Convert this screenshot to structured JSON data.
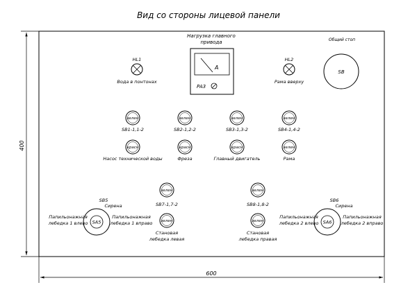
{
  "title": "Вид со стороны лицевой панели",
  "dimensions": {
    "width_label": "600",
    "height_label": "400"
  },
  "ammeter": {
    "caption_line1": "Нагрузка главного",
    "caption_line2": "привода",
    "unit": "A",
    "id": "PA3"
  },
  "general_stop": {
    "caption": "Общий стоп",
    "id": "SB"
  },
  "lamps": [
    {
      "id": "HL1",
      "caption": "Вода в понтонах"
    },
    {
      "id": "HL2",
      "caption": "Рама вверху"
    }
  ],
  "button_row_green": [
    {
      "color_label": "зелен",
      "id": "SB1-1,1-2"
    },
    {
      "color_label": "зелен",
      "id": "SB2-1,2-2"
    },
    {
      "color_label": "зелен",
      "id": "SB3-1,3-2"
    },
    {
      "color_label": "зелен",
      "id": "SB4-1,4-2"
    }
  ],
  "button_row_red": [
    {
      "color_label": "красн",
      "caption": "Насос технической воды"
    },
    {
      "color_label": "красн",
      "caption": "Фреза"
    },
    {
      "color_label": "красн",
      "caption": "Главный двигатель"
    },
    {
      "color_label": "зелен",
      "caption": "Рама"
    }
  ],
  "winch_buttons": [
    {
      "top_label": "зелен",
      "id": "SB7-1,7-2",
      "bottom_label": "зелен",
      "caption_line1": "Становая",
      "caption_line2": "лебедка левая"
    },
    {
      "top_label": "зелен",
      "id": "SB8-1,8-2",
      "bottom_label": "зелен",
      "caption_line1": "Становая",
      "caption_line2": "лебедка правая"
    }
  ],
  "selectors": [
    {
      "switch_id": "SA5",
      "button_id": "SB5",
      "button_caption": "Сирена",
      "left_line1": "Папильонажная",
      "left_line2": "лебедка 1 влево",
      "right_line1": "Папильонажная",
      "right_line2": "лебедка 1 вправо"
    },
    {
      "switch_id": "SA6",
      "button_id": "SB6",
      "button_caption": "Сирена",
      "left_line1": "Папильонажная",
      "left_line2": "лебедка 2 влево",
      "right_line1": "Папильонажная",
      "right_line2": "лебедка 2 вправо"
    }
  ]
}
